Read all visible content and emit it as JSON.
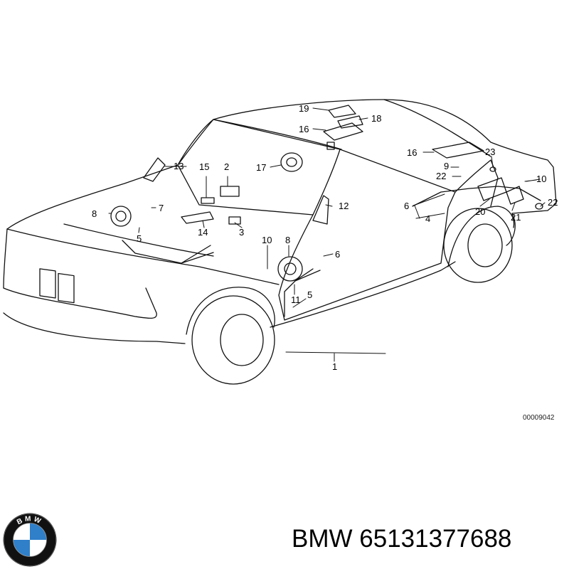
{
  "diagram": {
    "drawing_number": "00009042",
    "callouts": [
      {
        "id": "c19",
        "text": "19"
      },
      {
        "id": "c18",
        "text": "18"
      },
      {
        "id": "c16a",
        "text": "16"
      },
      {
        "id": "c16b",
        "text": "16"
      },
      {
        "id": "c13",
        "text": "13"
      },
      {
        "id": "c15",
        "text": "15"
      },
      {
        "id": "c2",
        "text": "2"
      },
      {
        "id": "c17",
        "text": "17"
      },
      {
        "id": "c23",
        "text": "23"
      },
      {
        "id": "c9",
        "text": "9"
      },
      {
        "id": "c22a",
        "text": "22"
      },
      {
        "id": "c10a",
        "text": "10"
      },
      {
        "id": "c8a",
        "text": "8"
      },
      {
        "id": "c7",
        "text": "7"
      },
      {
        "id": "c5a",
        "text": "5"
      },
      {
        "id": "c14",
        "text": "14"
      },
      {
        "id": "c3",
        "text": "3"
      },
      {
        "id": "c12",
        "text": "12"
      },
      {
        "id": "c6a",
        "text": "6"
      },
      {
        "id": "c4",
        "text": "4"
      },
      {
        "id": "c20",
        "text": "20"
      },
      {
        "id": "c21",
        "text": "21"
      },
      {
        "id": "c22b",
        "text": "22"
      },
      {
        "id": "c10b",
        "text": "10"
      },
      {
        "id": "c8b",
        "text": "8"
      },
      {
        "id": "c6b",
        "text": "6"
      },
      {
        "id": "c11",
        "text": "11"
      },
      {
        "id": "c5b",
        "text": "5"
      },
      {
        "id": "c1",
        "text": "1"
      }
    ]
  },
  "footer": {
    "brand": "BMW",
    "part_number": "65131377688",
    "label": "BMW 65131377688"
  },
  "logo": {
    "icon": "bmw-roundel-icon",
    "letters": "BMW",
    "colors": {
      "ring": "#111111",
      "blue": "#2f7fc9",
      "white": "#ffffff"
    }
  }
}
